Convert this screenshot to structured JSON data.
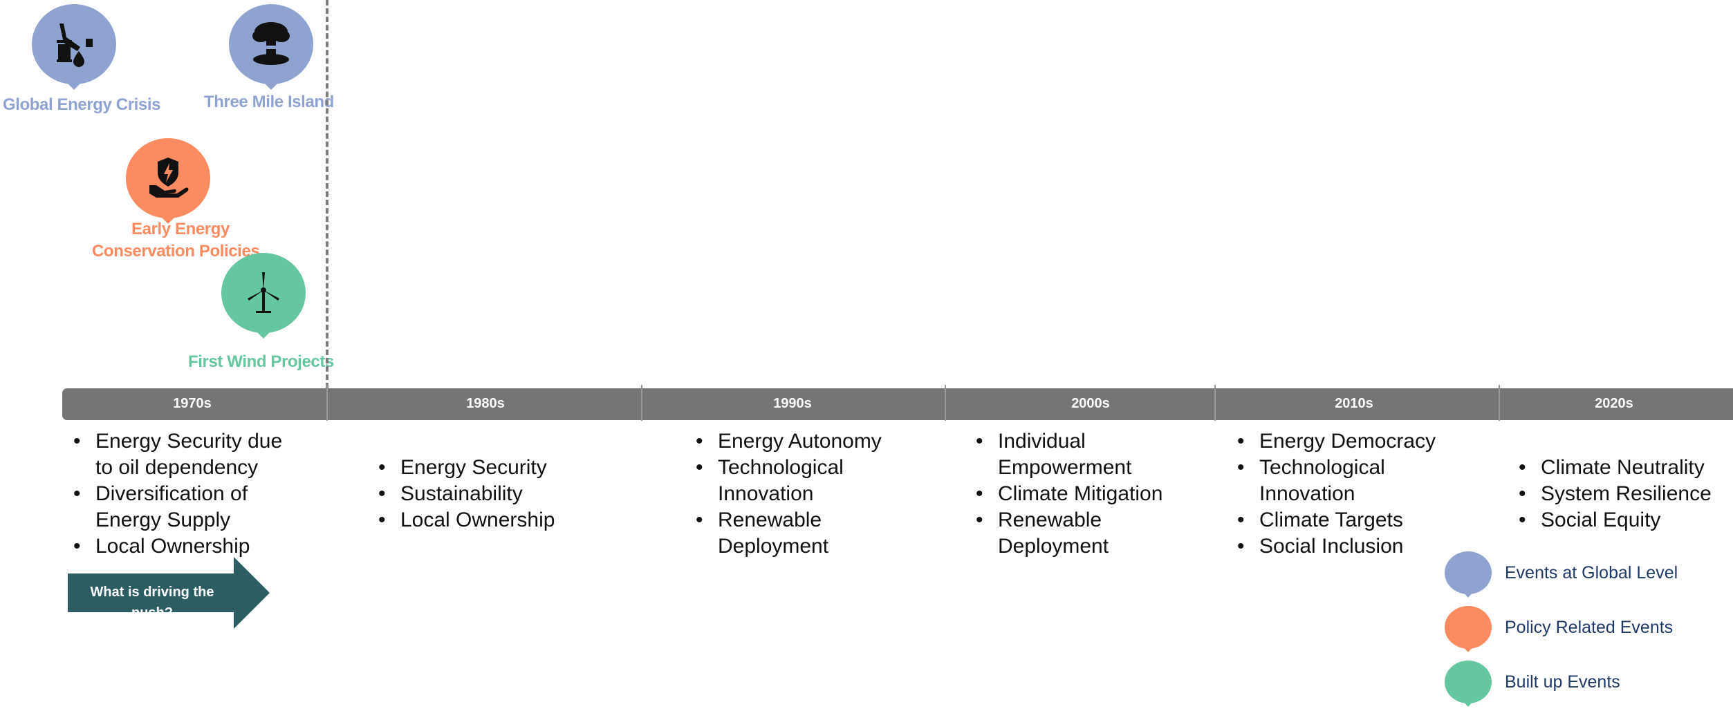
{
  "colors": {
    "global": "#8fa3d1",
    "policy": "#fb8b61",
    "built": "#64c7a0",
    "bar": "#757575",
    "arrow": "#2c5d63",
    "legend_text": "#1f3a68"
  },
  "events": {
    "global_energy_crisis": {
      "label": "Global Energy Crisis",
      "icon": "oil-drill-barrel-icon",
      "category": "global"
    },
    "three_mile_island": {
      "label": "Three Mile Island",
      "icon": "nuclear-explosion-icon",
      "category": "global"
    },
    "early_conservation": {
      "label_line1": "Early Energy",
      "label_line2": "Conservation Policies",
      "icon": "hand-shield-lightning-icon",
      "category": "policy"
    },
    "first_wind": {
      "label": "First Wind Projects",
      "icon": "wind-turbine-icon",
      "category": "built"
    }
  },
  "timeline": {
    "decades": [
      "1970s",
      "1980s",
      "1990s",
      "2000s",
      "2010s",
      "2020s"
    ],
    "drivers": [
      [
        "Energy Security due",
        "to oil dependency",
        "Diversification of",
        "Energy Supply",
        "Local Ownership"
      ],
      [
        "Energy Security",
        "Sustainability",
        "Local Ownership"
      ],
      [
        "Energy Autonomy",
        "Technological",
        "Innovation",
        "Renewable",
        "Deployment"
      ],
      [
        "Individual",
        "Empowerment",
        "Climate Mitigation",
        "Renewable",
        "Deployment"
      ],
      [
        "Energy Democracy",
        "Technological",
        "Innovation",
        "Climate Targets",
        "Social Inclusion"
      ],
      [
        "Climate Neutrality",
        "System Resilience",
        "Social Equity"
      ]
    ]
  },
  "arrow": {
    "label": "What  is driving the push?"
  },
  "legend": [
    {
      "label": "Events at Global Level",
      "color": "#8fa3d1"
    },
    {
      "label": "Policy Related Events",
      "color": "#fb8b61"
    },
    {
      "label": "Built up Events",
      "color": "#64c7a0"
    }
  ]
}
